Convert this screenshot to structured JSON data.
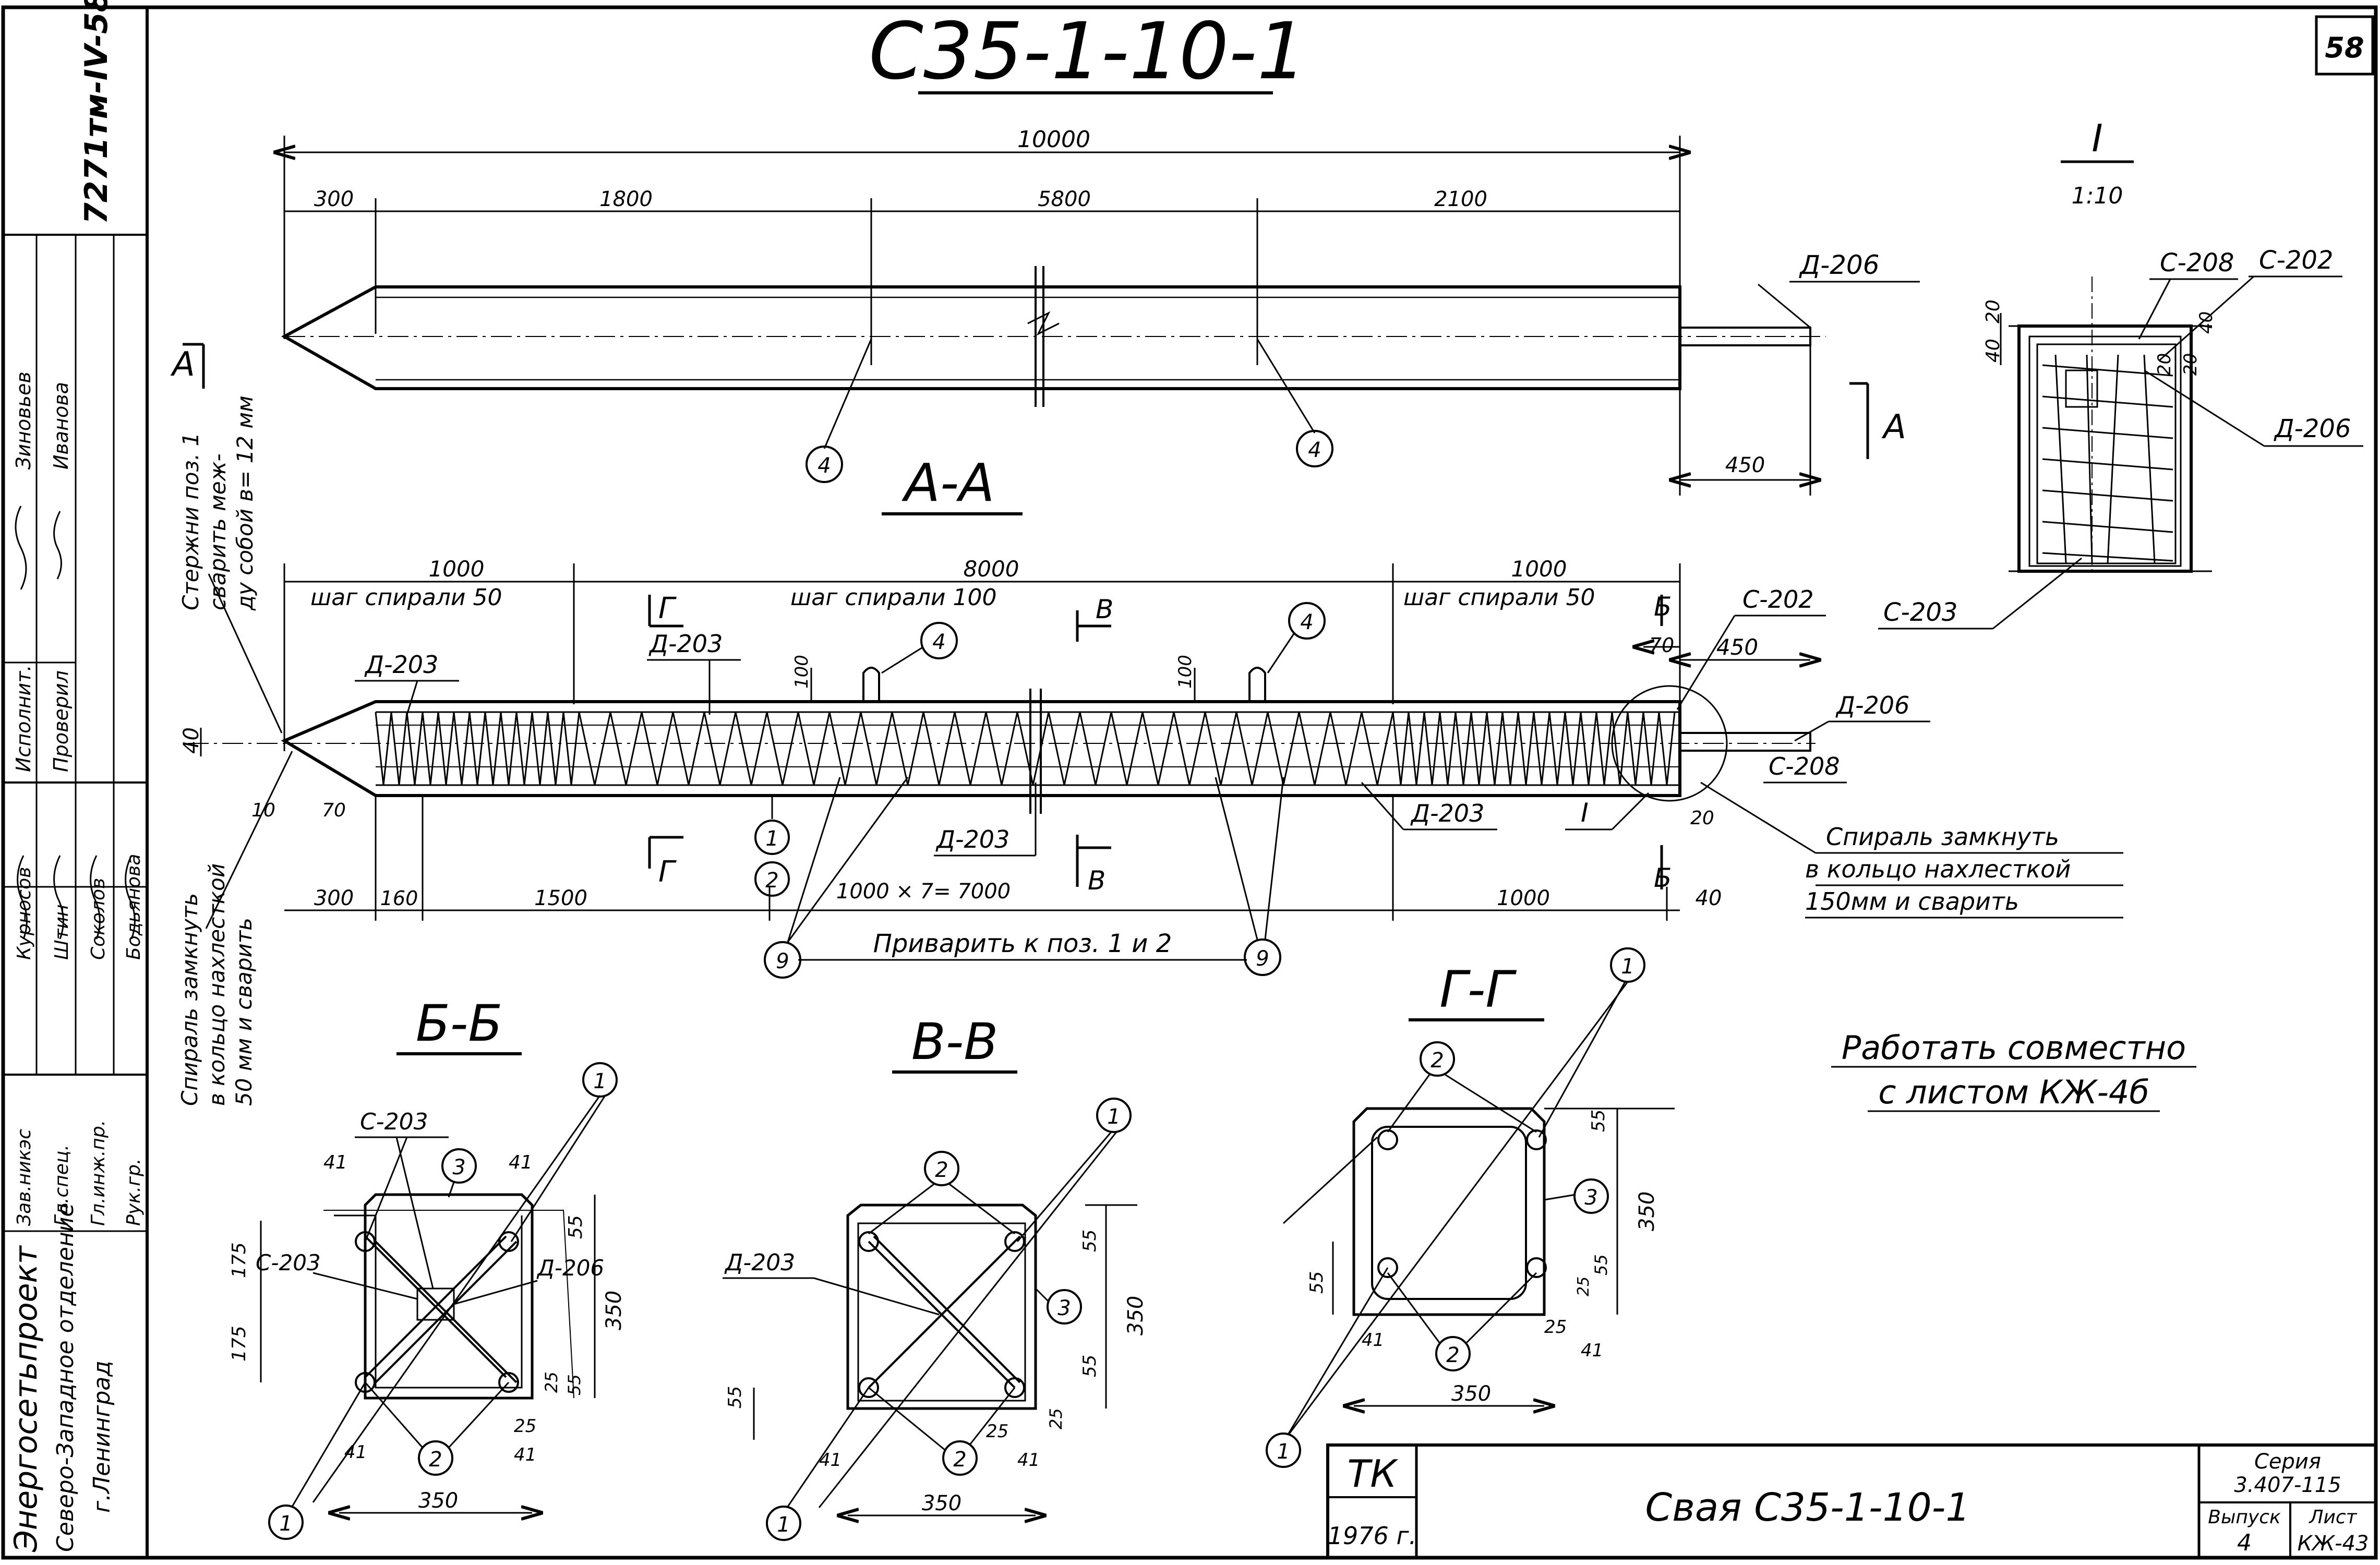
{
  "sheet": {
    "title": "С35-1-10-1",
    "page_number": "58",
    "archive_number": "7271тм-IV-58",
    "note_work": [
      "Работать совместно",
      "с листом КЖ-4б"
    ],
    "scale_callout": {
      "mark": "I",
      "scale": "1:10"
    }
  },
  "title_block": {
    "org_code": "ТК",
    "year": "1976 г.",
    "name": "Свая С35-1-10-1",
    "series_label": "Серия",
    "series_value": "3.407-115",
    "issue_label": "Выпуск",
    "issue_value": "4",
    "sheet_label": "Лист",
    "sheet_value": "КЖ-43"
  },
  "side_stamp": {
    "organization": "Энергосетьпроект",
    "branch": "Северо-Западное отделение",
    "city": "г.Ленинград",
    "signatures": [
      {
        "role": "Исполнит.",
        "name": "Зиновьев"
      },
      {
        "role": "Проверил",
        "name": "Иванова"
      },
      {
        "role": "Зав.никэс",
        "name": "Курносов"
      },
      {
        "role": "Гл.спец.",
        "name": "Штин"
      },
      {
        "role": "Гл.инж.пр.",
        "name": "Соколов"
      },
      {
        "role": "Рук.гр.",
        "name": "Бодьянова"
      }
    ]
  },
  "notes": {
    "spiral_tip": [
      "Спираль замкнуть",
      "в кольцо нахлесткой",
      "50 мм и сварить"
    ],
    "bars_tip": [
      "Стержни поз. 1",
      "сварить меж-",
      "ду собой в= 12 мм"
    ],
    "spiral_end": [
      "Спираль замкнуть",
      "в кольцо нахлесткой",
      "150мм и сварить"
    ],
    "weld": "Приварить к поз. 1 и 2"
  },
  "top_view": {
    "dims": [
      "10000",
      "300",
      "1800",
      "5800",
      "2100",
      "450"
    ],
    "labels": [
      "Д-206",
      "А"
    ]
  },
  "section_aa": {
    "title": "А-А",
    "dims_top": [
      "1000",
      "8000",
      "1000"
    ],
    "pitch_labels": [
      "шаг спирали 50",
      "шаг спирали 100",
      "шаг спирали 50"
    ],
    "dims_bottom": [
      "300",
      "160",
      "1500",
      "1000 × 7= 7000",
      "1000",
      "40"
    ],
    "small_dims": [
      "40",
      "10",
      "70",
      "100",
      "100",
      "70",
      "450",
      "20"
    ],
    "section_marks": [
      "Г",
      "В",
      "Б"
    ],
    "rebar_labels": [
      "Д-203",
      "Д-203",
      "Д-203",
      "Д-203",
      "С-202",
      "Д-206",
      "С-208",
      "I"
    ]
  },
  "detail_i": {
    "labels": [
      "С-208",
      "С-202",
      "Д-206",
      "С-203"
    ],
    "dims": [
      "40",
      "20",
      "20",
      "40",
      "20"
    ]
  },
  "section_bb": {
    "title": "Б-Б",
    "labels": [
      "С-203",
      "С-203",
      "Д-206"
    ],
    "dims": [
      "41",
      "41",
      "175",
      "175",
      "55",
      "350",
      "25",
      "55",
      "41",
      "25",
      "41",
      "350"
    ]
  },
  "section_vv": {
    "title": "В-В",
    "labels": [
      "Д-203"
    ],
    "dims": [
      "55",
      "350",
      "55",
      "55",
      "41",
      "25",
      "25",
      "41",
      "350"
    ]
  },
  "section_gg": {
    "title": "Г-Г",
    "dims": [
      "55",
      "350",
      "55",
      "55",
      "25",
      "41",
      "41",
      "25",
      "350"
    ]
  },
  "positions": [
    "1",
    "2",
    "3",
    "4",
    "9"
  ]
}
